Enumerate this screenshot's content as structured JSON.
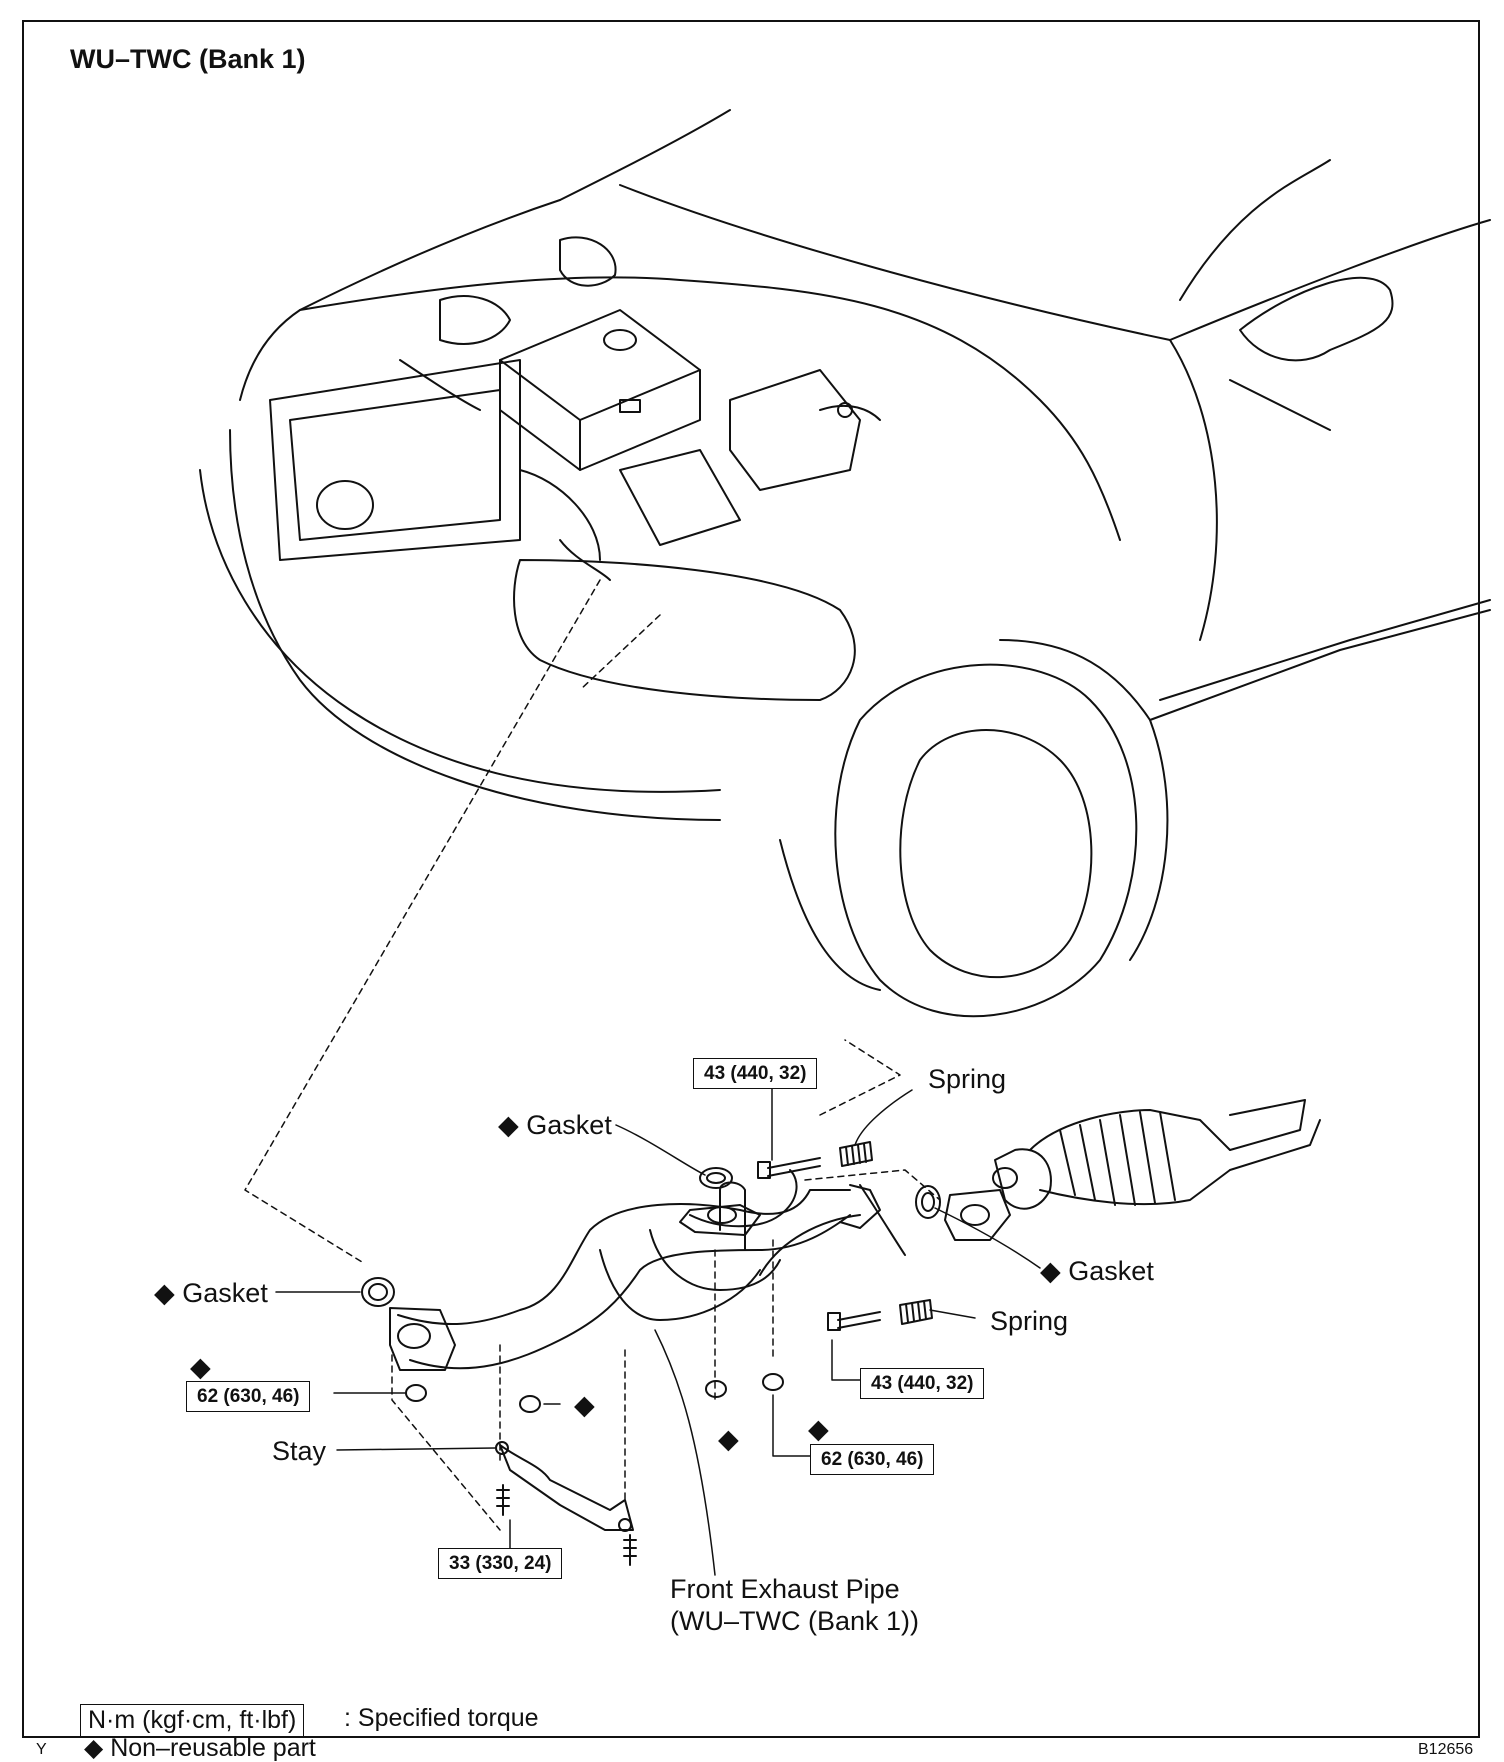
{
  "title": "WU–TWC (Bank 1)",
  "labels": {
    "gasket_top": "Gasket",
    "gasket_right": "Gasket",
    "gasket_left": "Gasket",
    "spring_top": "Spring",
    "spring_right": "Spring",
    "stay": "Stay",
    "front_pipe_line1": "Front Exhaust Pipe",
    "front_pipe_line2": "(WU–TWC (Bank 1))"
  },
  "torques": {
    "t_top": "43 (440, 32)",
    "t_right": "43 (440, 32)",
    "t_left": "62 (630, 46)",
    "t_center": "62 (630, 46)",
    "t_stay": "33 (330, 24)"
  },
  "legend": {
    "torque_unit": "N·m (kgf·cm, ft·lbf)",
    "torque_text": ": Specified torque",
    "nonreusable_text": "Non–reusable part"
  },
  "corner": {
    "left": "Y",
    "right": "B12656"
  },
  "symbols": {
    "nonreusable": "◆"
  }
}
